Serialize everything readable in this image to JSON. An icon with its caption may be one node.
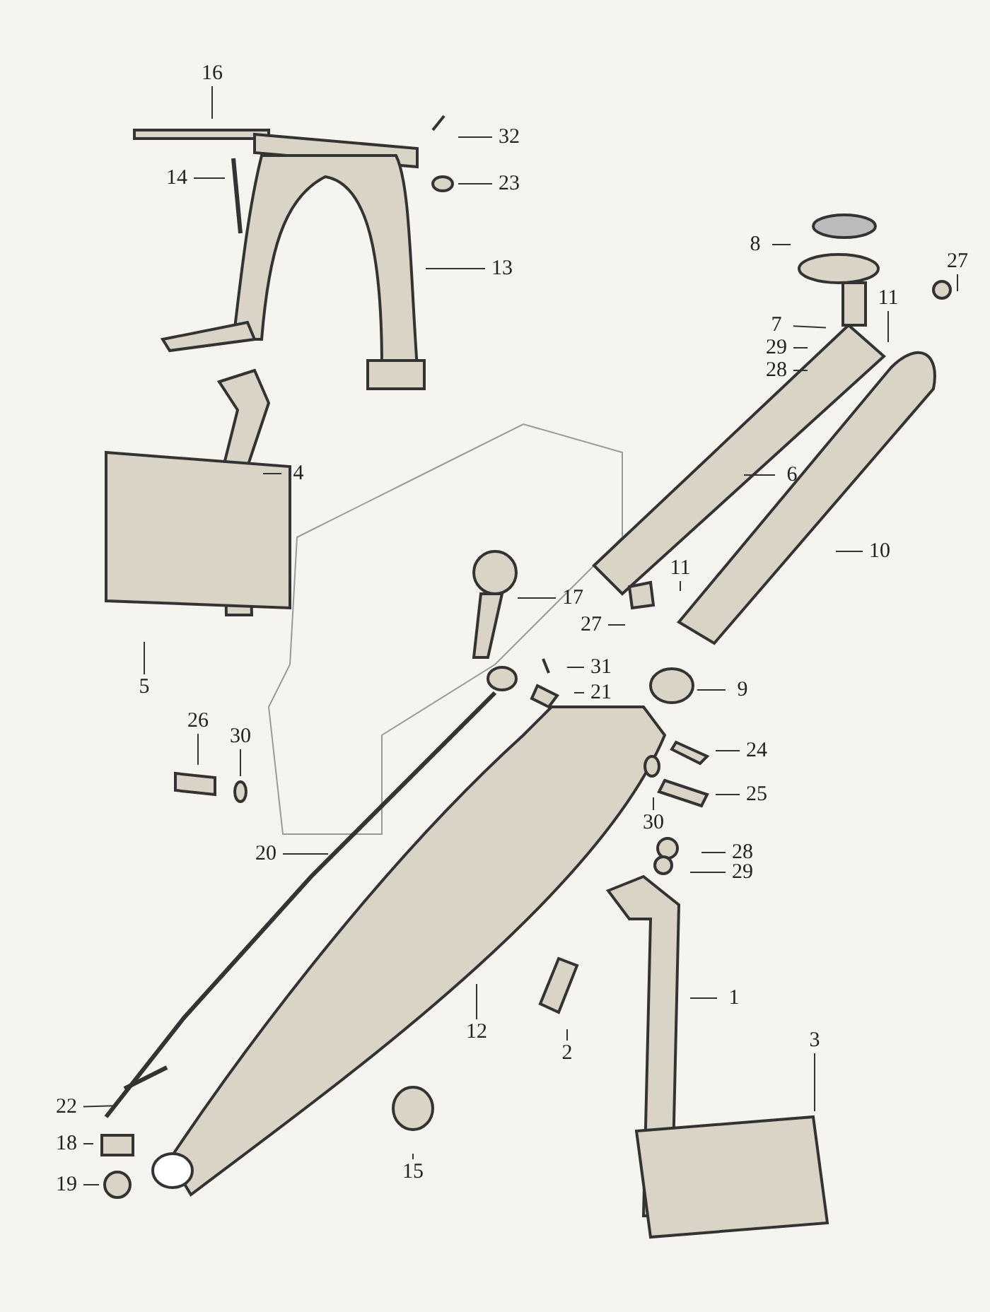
{
  "diagram": {
    "nodes": [
      {
        "text": [
          "16"
        ]
      },
      {
        "text": [
          "32"
        ]
      },
      {
        "text": [
          "14"
        ]
      },
      {
        "text": [
          "23"
        ]
      },
      {
        "text": [
          "8"
        ]
      },
      {
        "text": [
          "13"
        ]
      },
      {
        "text": [
          "27"
        ]
      },
      {
        "text": [
          "11"
        ]
      },
      {
        "text": [
          "7"
        ]
      },
      {
        "text": [
          "29"
        ]
      },
      {
        "text": [
          "28"
        ]
      },
      {
        "text": [
          "4"
        ]
      },
      {
        "text": [
          "6"
        ]
      },
      {
        "text": [
          "10"
        ]
      },
      {
        "text": [
          "11"
        ]
      },
      {
        "text": [
          "17"
        ]
      },
      {
        "text": [
          "27"
        ]
      },
      {
        "text": [
          "5"
        ]
      },
      {
        "text": [
          "31"
        ]
      },
      {
        "text": [
          "9"
        ]
      },
      {
        "text": [
          "21"
        ]
      },
      {
        "text": [
          "26"
        ]
      },
      {
        "text": [
          "30"
        ]
      },
      {
        "text": [
          "24"
        ]
      },
      {
        "text": [
          "25"
        ]
      },
      {
        "text": [
          "30"
        ]
      },
      {
        "text": [
          "20"
        ]
      },
      {
        "text": [
          "28"
        ]
      },
      {
        "text": [
          "29"
        ]
      },
      {
        "text": [
          "1"
        ]
      },
      {
        "text": [
          "12"
        ]
      },
      {
        "text": [
          "3"
        ]
      },
      {
        "text": [
          "2"
        ]
      },
      {
        "text": [
          "22"
        ]
      },
      {
        "text": [
          "18"
        ]
      },
      {
        "text": [
          "15"
        ]
      },
      {
        "text": [
          "19"
        ]
      }
    ],
    "edges": [
      {
        "from": 0,
        "to": null,
        "arrow": "none"
      },
      {
        "from": 1,
        "to": null,
        "arrow": "none"
      },
      {
        "from": 2,
        "to": null,
        "arrow": "none"
      },
      {
        "from": 3,
        "to": null,
        "arrow": "none"
      },
      {
        "from": 4,
        "to": null,
        "arrow": "none"
      },
      {
        "from": 5,
        "to": null,
        "arrow": "none"
      },
      {
        "from": 6,
        "to": null,
        "arrow": "none"
      },
      {
        "from": 7,
        "to": null,
        "arrow": "none"
      },
      {
        "from": 8,
        "to": null,
        "arrow": "none"
      },
      {
        "from": 9,
        "to": null,
        "arrow": "none"
      },
      {
        "from": 10,
        "to": null,
        "arrow": "none"
      },
      {
        "from": 11,
        "to": null,
        "arrow": "none"
      },
      {
        "from": 12,
        "to": null,
        "arrow": "none"
      },
      {
        "from": 13,
        "to": null,
        "arrow": "none"
      },
      {
        "from": 14,
        "to": null,
        "arrow": "none"
      },
      {
        "from": 15,
        "to": null,
        "arrow": "none"
      },
      {
        "from": 16,
        "to": null,
        "arrow": "none"
      },
      {
        "from": 17,
        "to": null,
        "arrow": "none"
      },
      {
        "from": 18,
        "to": null,
        "arrow": "none"
      },
      {
        "from": 19,
        "to": null,
        "arrow": "none"
      },
      {
        "from": 20,
        "to": null,
        "arrow": "none"
      },
      {
        "from": 21,
        "to": null,
        "arrow": "none"
      },
      {
        "from": 22,
        "to": null,
        "arrow": "none"
      },
      {
        "from": 23,
        "to": null,
        "arrow": "none"
      },
      {
        "from": 24,
        "to": null,
        "arrow": "none"
      },
      {
        "from": 25,
        "to": null,
        "arrow": "none"
      },
      {
        "from": 26,
        "to": null,
        "arrow": "none"
      },
      {
        "from": 27,
        "to": null,
        "arrow": "none"
      },
      {
        "from": 28,
        "to": null,
        "arrow": "none"
      },
      {
        "from": 29,
        "to": null,
        "arrow": "none"
      },
      {
        "from": 30,
        "to": null,
        "arrow": "none"
      },
      {
        "from": 31,
        "to": null,
        "arrow": "none"
      },
      {
        "from": 32,
        "to": null,
        "arrow": "none"
      },
      {
        "from": 33,
        "to": null,
        "arrow": "none"
      },
      {
        "from": 34,
        "to": null,
        "arrow": "none"
      },
      {
        "from": 35,
        "to": null,
        "arrow": "none"
      },
      {
        "from": 36,
        "to": null,
        "arrow": "none"
      }
    ]
  }
}
